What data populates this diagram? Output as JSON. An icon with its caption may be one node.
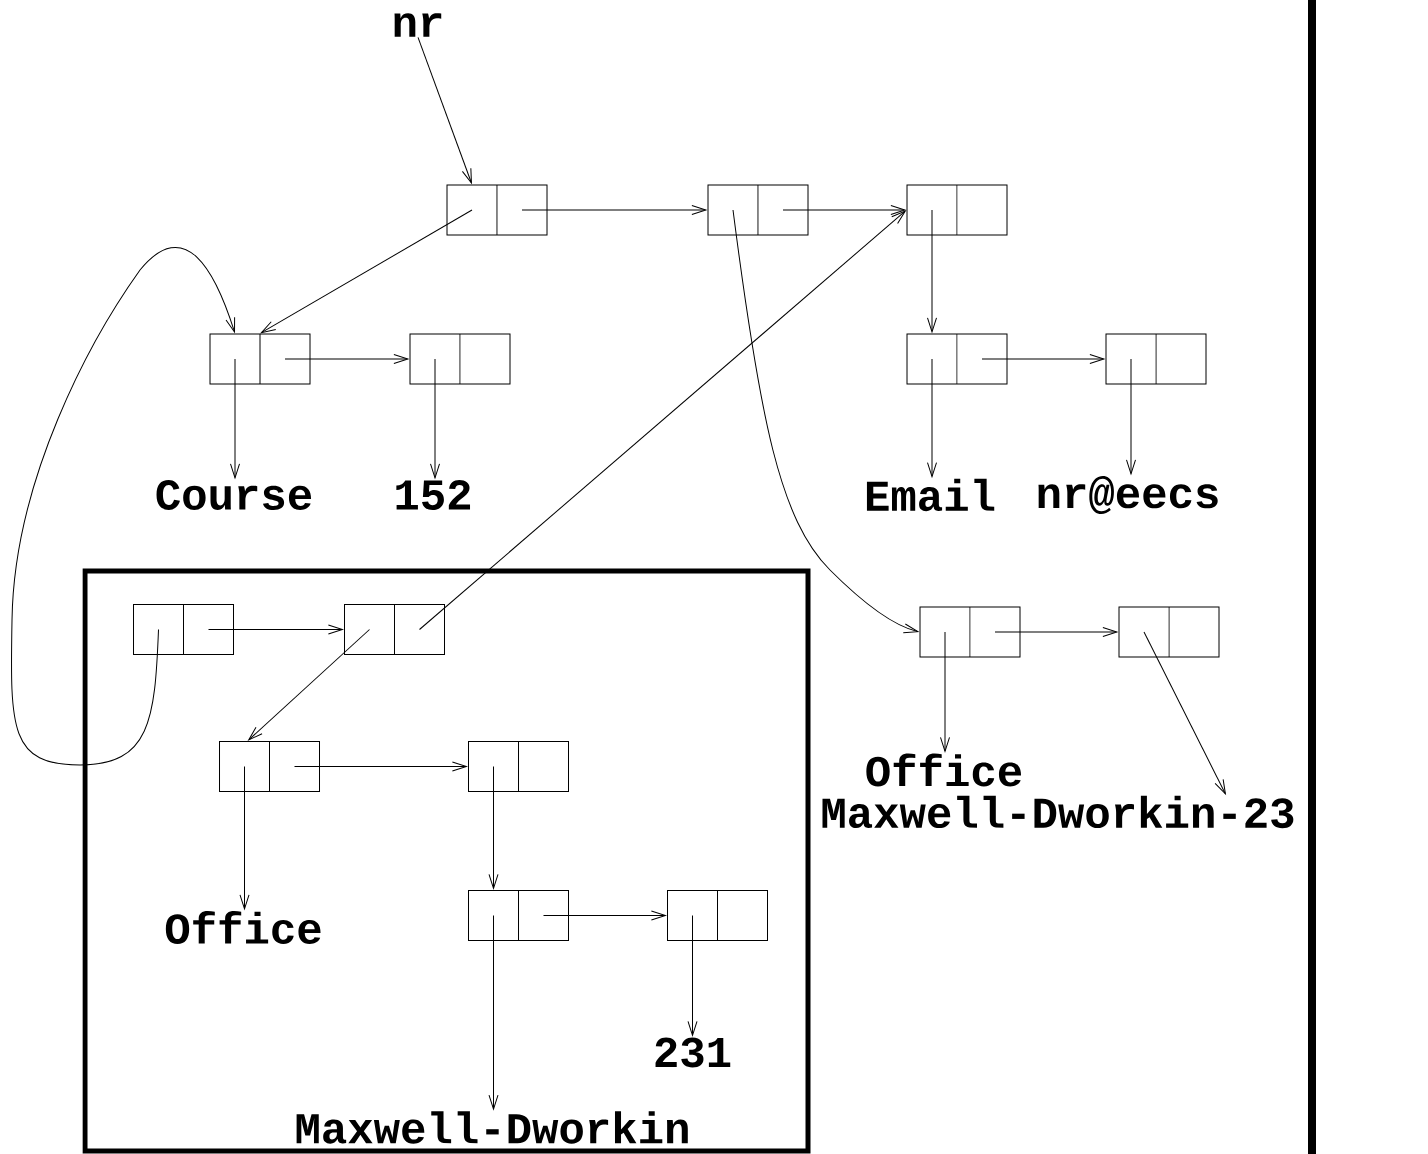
{
  "diagram": {
    "nodes": [
      {
        "text": [
          "nr"
        ]
      },
      {
        "text": [],
        "shape": "box"
      },
      {
        "text": [],
        "shape": "box"
      },
      {
        "text": [],
        "shape": "box"
      },
      {
        "text": [],
        "shape": "box"
      },
      {
        "text": [],
        "shape": "box"
      },
      {
        "text": [],
        "shape": "box"
      },
      {
        "text": [],
        "shape": "box"
      },
      {
        "text": [
          "Course"
        ]
      },
      {
        "text": [
          "152"
        ]
      },
      {
        "text": [
          "Email"
        ]
      },
      {
        "text": [
          "nr@eecs"
        ]
      },
      {
        "text": [],
        "shape": "box"
      },
      {
        "text": [],
        "shape": "box",
        "in": 12
      },
      {
        "text": [],
        "shape": "box",
        "in": 12
      },
      {
        "text": [],
        "shape": "box"
      },
      {
        "text": [],
        "shape": "box"
      },
      {
        "text": [],
        "shape": "box",
        "in": 12
      },
      {
        "text": [],
        "shape": "box",
        "in": 12
      },
      {
        "text": [
          "Office"
        ]
      },
      {
        "text": [
          "Maxwell-Dworkin-23"
        ]
      },
      {
        "text": [
          "Office"
        ],
        "in": 12
      },
      {
        "text": [],
        "shape": "box",
        "in": 12
      },
      {
        "text": [],
        "shape": "box",
        "in": 12
      },
      {
        "text": [
          "231"
        ],
        "in": 12
      },
      {
        "text": [
          "Maxwell-Dworkin"
        ],
        "in": 12
      }
    ],
    "edges": [
      {
        "from": 0,
        "to": 1,
        "arrow": "to"
      },
      {
        "from": 1,
        "to": 4,
        "arrow": "to"
      },
      {
        "from": 1,
        "to": 2,
        "arrow": "to"
      },
      {
        "from": 2,
        "to": 15,
        "arrow": "to"
      },
      {
        "from": 2,
        "to": 3,
        "arrow": "to"
      },
      {
        "from": 3,
        "to": 6,
        "arrow": "to"
      },
      {
        "from": 4,
        "to": 8,
        "arrow": "to"
      },
      {
        "from": 4,
        "to": 5,
        "arrow": "to"
      },
      {
        "from": 5,
        "to": 9,
        "arrow": "to"
      },
      {
        "from": 6,
        "to": 10,
        "arrow": "to"
      },
      {
        "from": 6,
        "to": 7,
        "arrow": "to"
      },
      {
        "from": 7,
        "to": 11,
        "arrow": "to"
      },
      {
        "from": 15,
        "to": 19,
        "arrow": "to"
      },
      {
        "from": 15,
        "to": 16,
        "arrow": "to"
      },
      {
        "from": 16,
        "to": 20,
        "arrow": "to"
      },
      {
        "from": 13,
        "to": 4,
        "arrow": "to"
      },
      {
        "from": 13,
        "to": 14,
        "arrow": "to"
      },
      {
        "from": 14,
        "to": 17,
        "arrow": "to"
      },
      {
        "from": 14,
        "to": 3,
        "arrow": "to"
      },
      {
        "from": 17,
        "to": 21,
        "arrow": "to"
      },
      {
        "from": 17,
        "to": 18,
        "arrow": "to"
      },
      {
        "from": 18,
        "to": 22,
        "arrow": "to"
      },
      {
        "from": 22,
        "to": 25,
        "arrow": "to"
      },
      {
        "from": 22,
        "to": 23,
        "arrow": "to"
      },
      {
        "from": 23,
        "to": 24,
        "arrow": "to"
      }
    ]
  }
}
